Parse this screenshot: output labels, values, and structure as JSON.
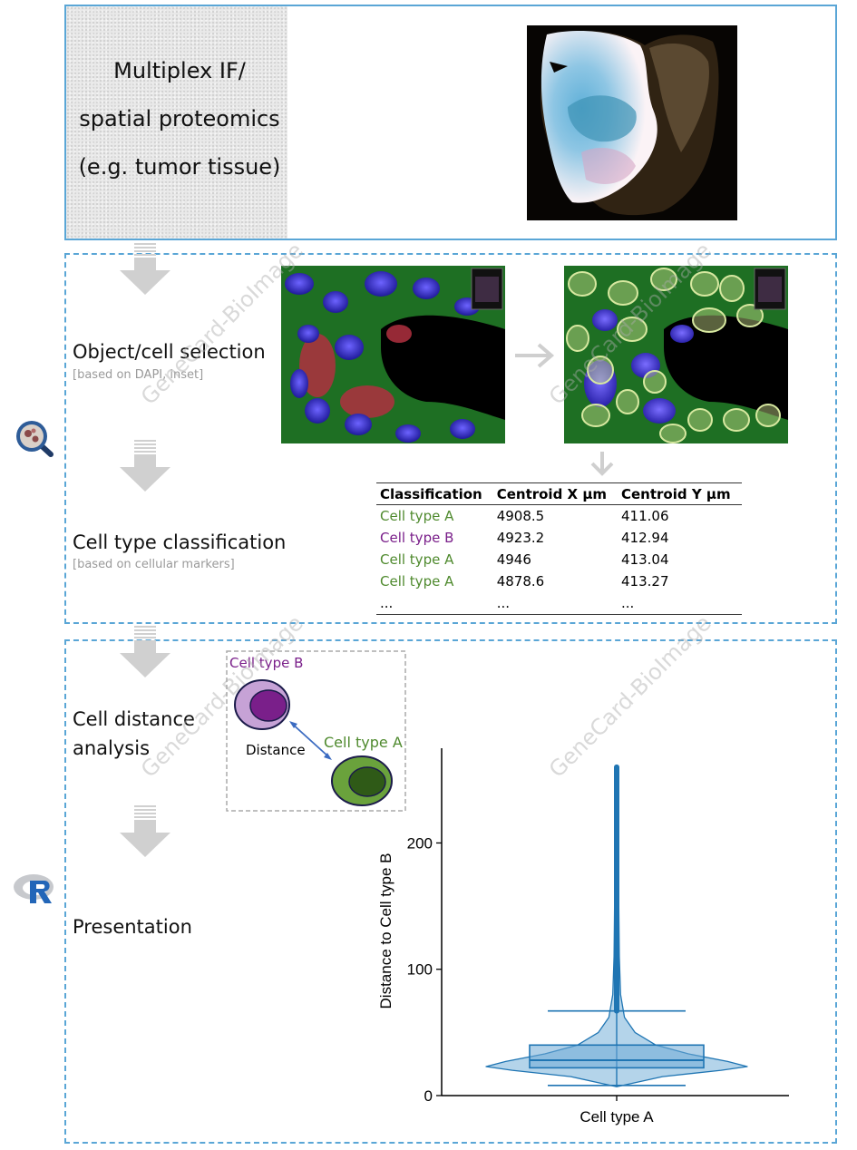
{
  "header_box": {
    "text_lines": [
      "Multiplex IF/",
      "spatial proteomics",
      "(e.g. tumor tissue)"
    ]
  },
  "steps": {
    "object_selection": {
      "title": "Object/cell selection",
      "note": "[based on DAPI, inset]"
    },
    "classification": {
      "title": "Cell type classification",
      "note": "[based on cellular markers]"
    },
    "distance": {
      "title_line1": "Cell distance",
      "title_line2": "analysis"
    },
    "presentation": {
      "title": "Presentation"
    }
  },
  "table": {
    "headers": [
      "Classification",
      "Centroid X µm",
      "Centroid Y µm"
    ],
    "rows": [
      {
        "class": "Cell type A",
        "x": "4908.5",
        "y": "411.06",
        "color": "#4f8a2e"
      },
      {
        "class": "Cell type B",
        "x": "4923.2",
        "y": "412.94",
        "color": "#7a1f8a"
      },
      {
        "class": "Cell type A",
        "x": "4946",
        "y": "413.04",
        "color": "#4f8a2e"
      },
      {
        "class": "Cell type A",
        "x": "4878.6",
        "y": "413.27",
        "color": "#4f8a2e"
      },
      {
        "class": "...",
        "x": "...",
        "y": "...",
        "color": "#000000"
      }
    ]
  },
  "distance_diagram": {
    "cell_b_label": "Cell type B",
    "cell_a_label": "Cell type A",
    "distance_label": "Distance"
  },
  "watermark": "GeneCard-BioImage",
  "icons": {
    "software_1": "qupath-magnifier-icon",
    "software_2": "r-logo-icon"
  },
  "colors": {
    "box_border": "#5aa6d6",
    "violin_fill": "#a7cde6",
    "violin_line": "#1f75b3",
    "cell_b": "#7a1f8a",
    "cell_a": "#4f8a2e"
  },
  "chart_data": {
    "type": "violin",
    "categories": [
      "Cell type A"
    ],
    "xlabel": "Cell type A",
    "ylabel": "Distance to Cell type B",
    "ylim": [
      0,
      275
    ],
    "yticks": [
      0,
      100,
      200
    ],
    "box": {
      "whisker_low": 8,
      "q1": 22,
      "median": 28,
      "q3": 40,
      "whisker_high": 67
    },
    "max_outlier": 260,
    "violin_profile": [
      {
        "y": 7,
        "width": 0.0
      },
      {
        "y": 15,
        "width": 0.35
      },
      {
        "y": 20,
        "width": 0.8
      },
      {
        "y": 23,
        "width": 1.0
      },
      {
        "y": 27,
        "width": 0.85
      },
      {
        "y": 33,
        "width": 0.55
      },
      {
        "y": 40,
        "width": 0.3
      },
      {
        "y": 50,
        "width": 0.14
      },
      {
        "y": 62,
        "width": 0.06
      },
      {
        "y": 80,
        "width": 0.03
      },
      {
        "y": 110,
        "width": 0.02
      },
      {
        "y": 160,
        "width": 0.015
      },
      {
        "y": 220,
        "width": 0.015
      },
      {
        "y": 260,
        "width": 0.015
      }
    ]
  }
}
